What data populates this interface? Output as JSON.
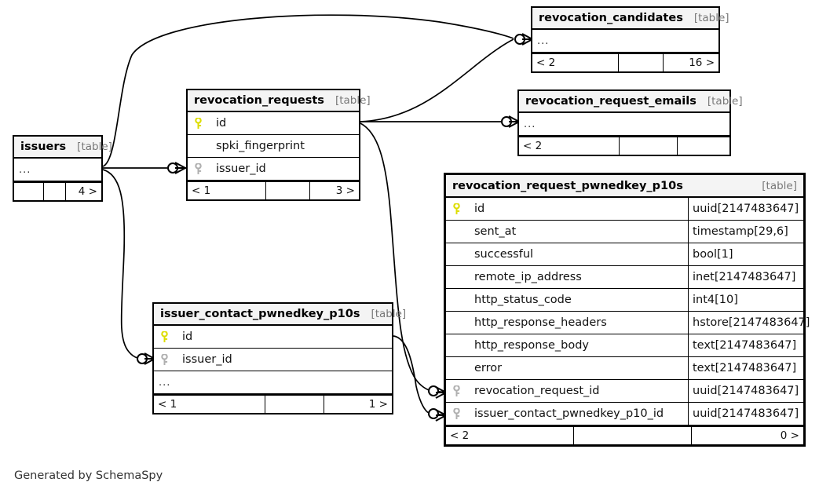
{
  "diagram": {
    "credit": "Generated by SchemaSpy",
    "table_tag": "[table]",
    "ellipsis": "...",
    "colors": {
      "pk_key": "#dddd00",
      "fk_key": "#b0b0b0",
      "header_bg": "#f4f4f4",
      "border": "#000000"
    }
  },
  "tables": {
    "issuers": {
      "name": "issuers",
      "tag": "[table]",
      "rows": [
        {
          "name": "...",
          "type": "",
          "key": "none",
          "dots": true
        }
      ],
      "footer": {
        "left": "",
        "mid": "",
        "right": "4 >"
      }
    },
    "revocation_requests": {
      "name": "revocation_requests",
      "tag": "[table]",
      "rows": [
        {
          "name": "id",
          "type": "",
          "key": "pk"
        },
        {
          "name": "spki_fingerprint",
          "type": "",
          "key": "none"
        },
        {
          "name": "issuer_id",
          "type": "",
          "key": "fk"
        }
      ],
      "footer": {
        "left": "< 1",
        "mid": "",
        "right": "3 >"
      }
    },
    "revocation_candidates": {
      "name": "revocation_candidates",
      "tag": "[table]",
      "rows": [
        {
          "name": "...",
          "type": "",
          "key": "none",
          "dots": true
        }
      ],
      "footer": {
        "left": "< 2",
        "mid": "",
        "right": "16 >"
      }
    },
    "revocation_request_emails": {
      "name": "revocation_request_emails",
      "tag": "[table]",
      "rows": [
        {
          "name": "...",
          "type": "",
          "key": "none",
          "dots": true
        }
      ],
      "footer": {
        "left": "< 2",
        "mid": "",
        "right": ""
      }
    },
    "issuer_contact_pwnedkey_p10s": {
      "name": "issuer_contact_pwnedkey_p10s",
      "tag": "[table]",
      "rows": [
        {
          "name": "id",
          "type": "",
          "key": "pk"
        },
        {
          "name": "issuer_id",
          "type": "",
          "key": "fk"
        },
        {
          "name": "...",
          "type": "",
          "key": "none",
          "dots": true
        }
      ],
      "footer": {
        "left": "< 1",
        "mid": "",
        "right": "1 >"
      }
    },
    "revocation_request_pwnedkey_p10s": {
      "name": "revocation_request_pwnedkey_p10s",
      "tag": "[table]",
      "rows": [
        {
          "name": "id",
          "type": "uuid[2147483647]",
          "key": "pk"
        },
        {
          "name": "sent_at",
          "type": "timestamp[29,6]",
          "key": "none"
        },
        {
          "name": "successful",
          "type": "bool[1]",
          "key": "none"
        },
        {
          "name": "remote_ip_address",
          "type": "inet[2147483647]",
          "key": "none"
        },
        {
          "name": "http_status_code",
          "type": "int4[10]",
          "key": "none"
        },
        {
          "name": "http_response_headers",
          "type": "hstore[2147483647]",
          "key": "none"
        },
        {
          "name": "http_response_body",
          "type": "text[2147483647]",
          "key": "none"
        },
        {
          "name": "error",
          "type": "text[2147483647]",
          "key": "none"
        },
        {
          "name": "revocation_request_id",
          "type": "uuid[2147483647]",
          "key": "fk"
        },
        {
          "name": "issuer_contact_pwnedkey_p10_id",
          "type": "uuid[2147483647]",
          "key": "fk"
        }
      ],
      "footer": {
        "left": "< 2",
        "mid": "",
        "right": "0 >"
      }
    }
  },
  "relationships": [
    {
      "from": "issuers",
      "to": "revocation_candidates"
    },
    {
      "from": "issuers",
      "to": "revocation_requests.issuer_id"
    },
    {
      "from": "issuers",
      "to": "issuer_contact_pwnedkey_p10s.issuer_id"
    },
    {
      "from": "revocation_requests.id",
      "to": "revocation_candidates"
    },
    {
      "from": "revocation_requests.id",
      "to": "revocation_request_emails"
    },
    {
      "from": "revocation_requests.id",
      "to": "revocation_request_pwnedkey_p10s.revocation_request_id"
    },
    {
      "from": "issuer_contact_pwnedkey_p10s.id",
      "to": "revocation_request_pwnedkey_p10s.issuer_contact_pwnedkey_p10_id"
    }
  ]
}
